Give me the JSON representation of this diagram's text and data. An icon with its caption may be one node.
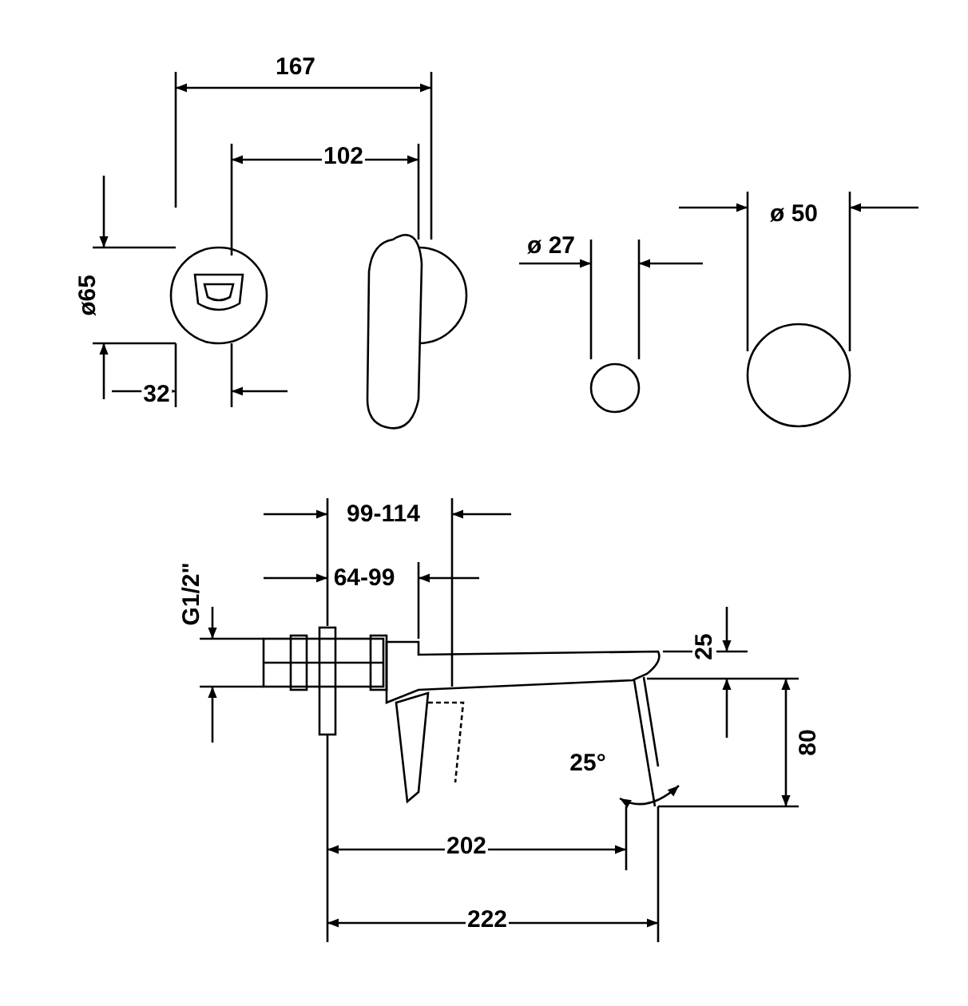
{
  "diagram": {
    "labels": [
      "167",
      "102",
      "ø 50",
      "ø 27",
      "ø65",
      "32",
      "99-114",
      "64-99",
      "G1/2\"",
      "25",
      "80",
      "25°",
      "202",
      "222"
    ]
  }
}
